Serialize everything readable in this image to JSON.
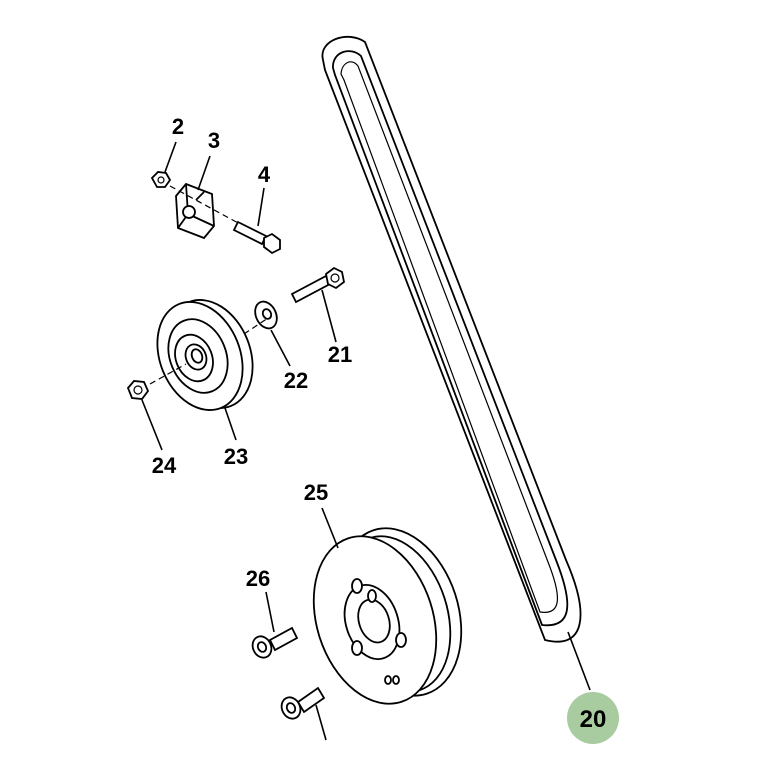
{
  "callouts": {
    "c2": "2",
    "c3": "3",
    "c4": "4",
    "c20": "20",
    "c21": "21",
    "c22": "22",
    "c23": "23",
    "c24": "24",
    "c25": "25",
    "c26": "26"
  },
  "colors": {
    "highlight": "#a8cca0",
    "ink": "#000000"
  }
}
